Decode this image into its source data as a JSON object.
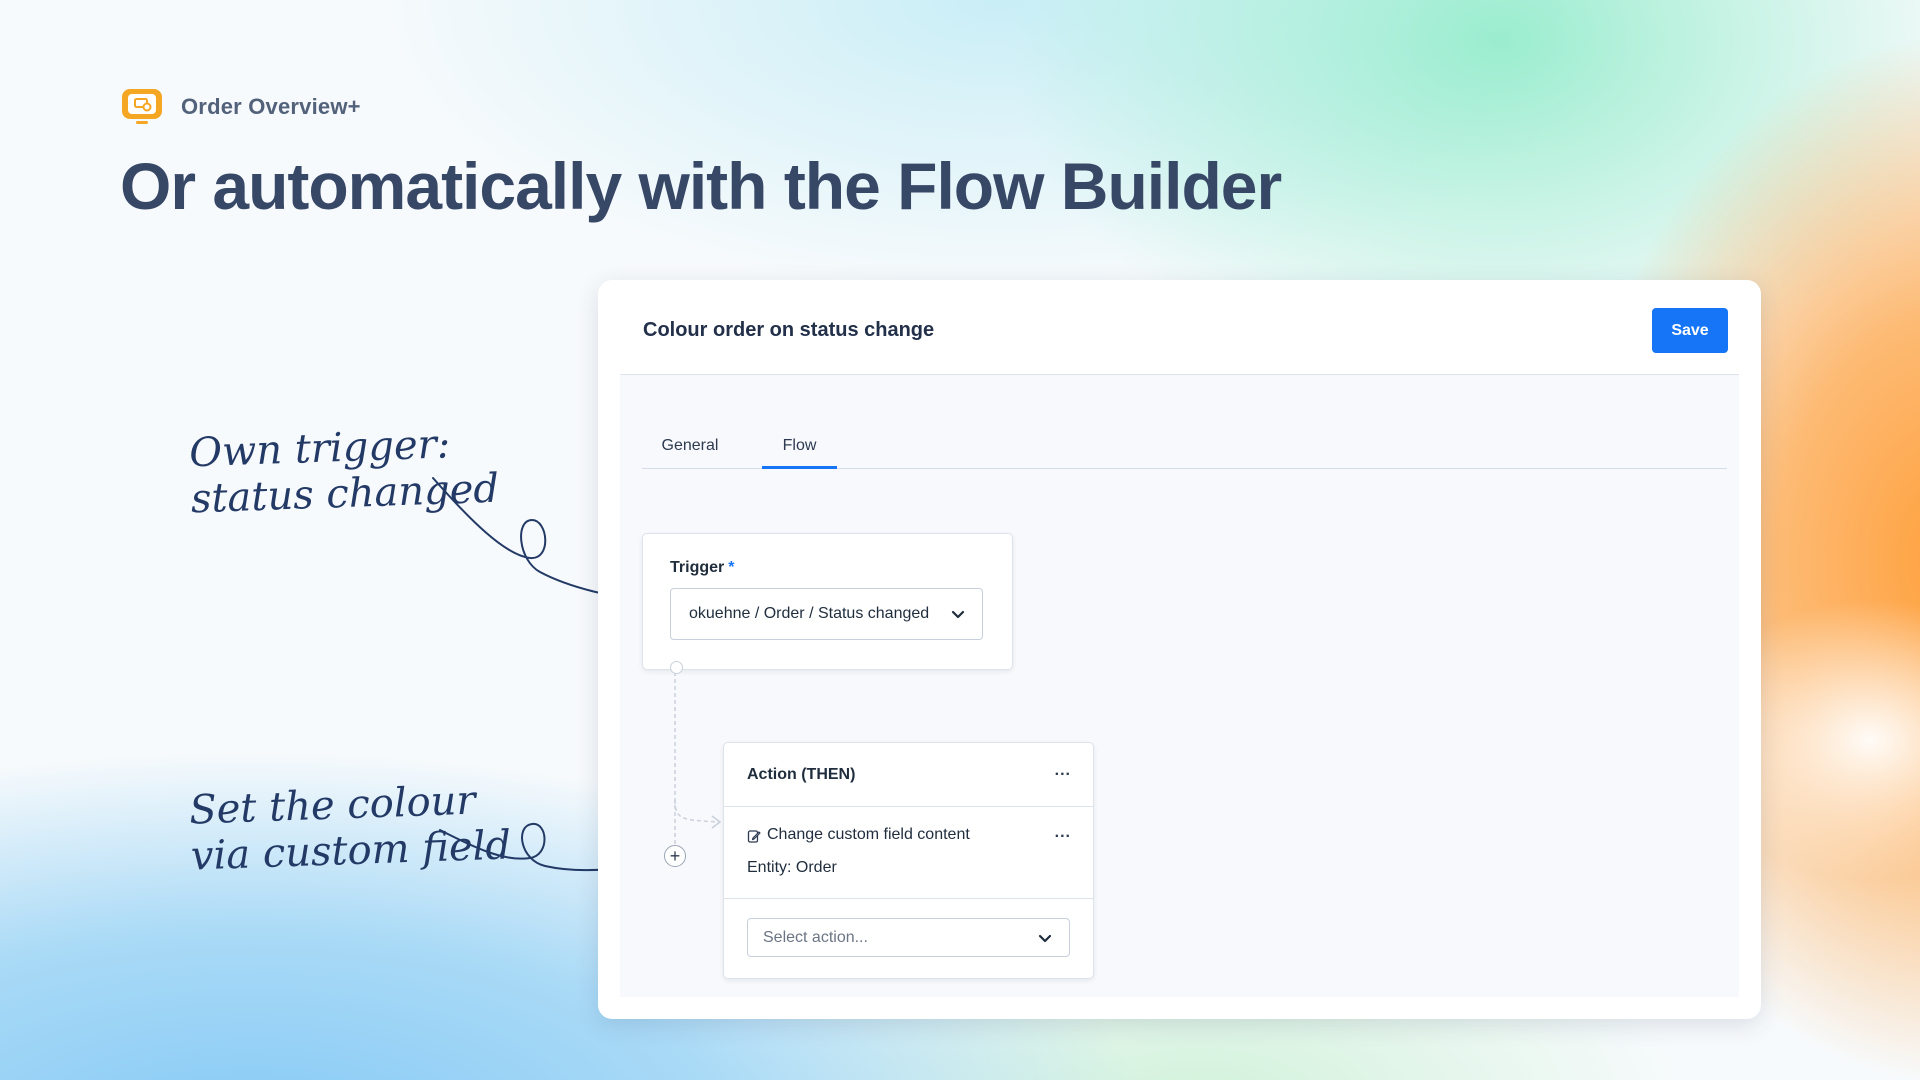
{
  "brand": {
    "name": "Order Overview+",
    "icon": "monitor-icon",
    "accent": "#f5a623"
  },
  "headline": "Or automatically with the Flow Builder",
  "annotations": {
    "trigger_note_line1": "Own trigger:",
    "trigger_note_line2": "status changed",
    "action_note_line1": "Set the colour",
    "action_note_line2": "via custom field"
  },
  "panel": {
    "title": "Colour order on status change",
    "save_label": "Save",
    "tabs": [
      {
        "label": "General",
        "active": false
      },
      {
        "label": "Flow",
        "active": true
      }
    ]
  },
  "trigger": {
    "label": "Trigger",
    "required_mark": "*",
    "value": "okuehne / Order / Status changed"
  },
  "action": {
    "title": "Action (THEN)",
    "menu_label": "...",
    "item": {
      "title": "Change custom field content",
      "entity": "Entity: Order",
      "icon": "edit-icon"
    },
    "select_placeholder": "Select action..."
  },
  "colors": {
    "primary": "#1675f6",
    "headline": "#374766",
    "handwriting": "#233a66"
  }
}
